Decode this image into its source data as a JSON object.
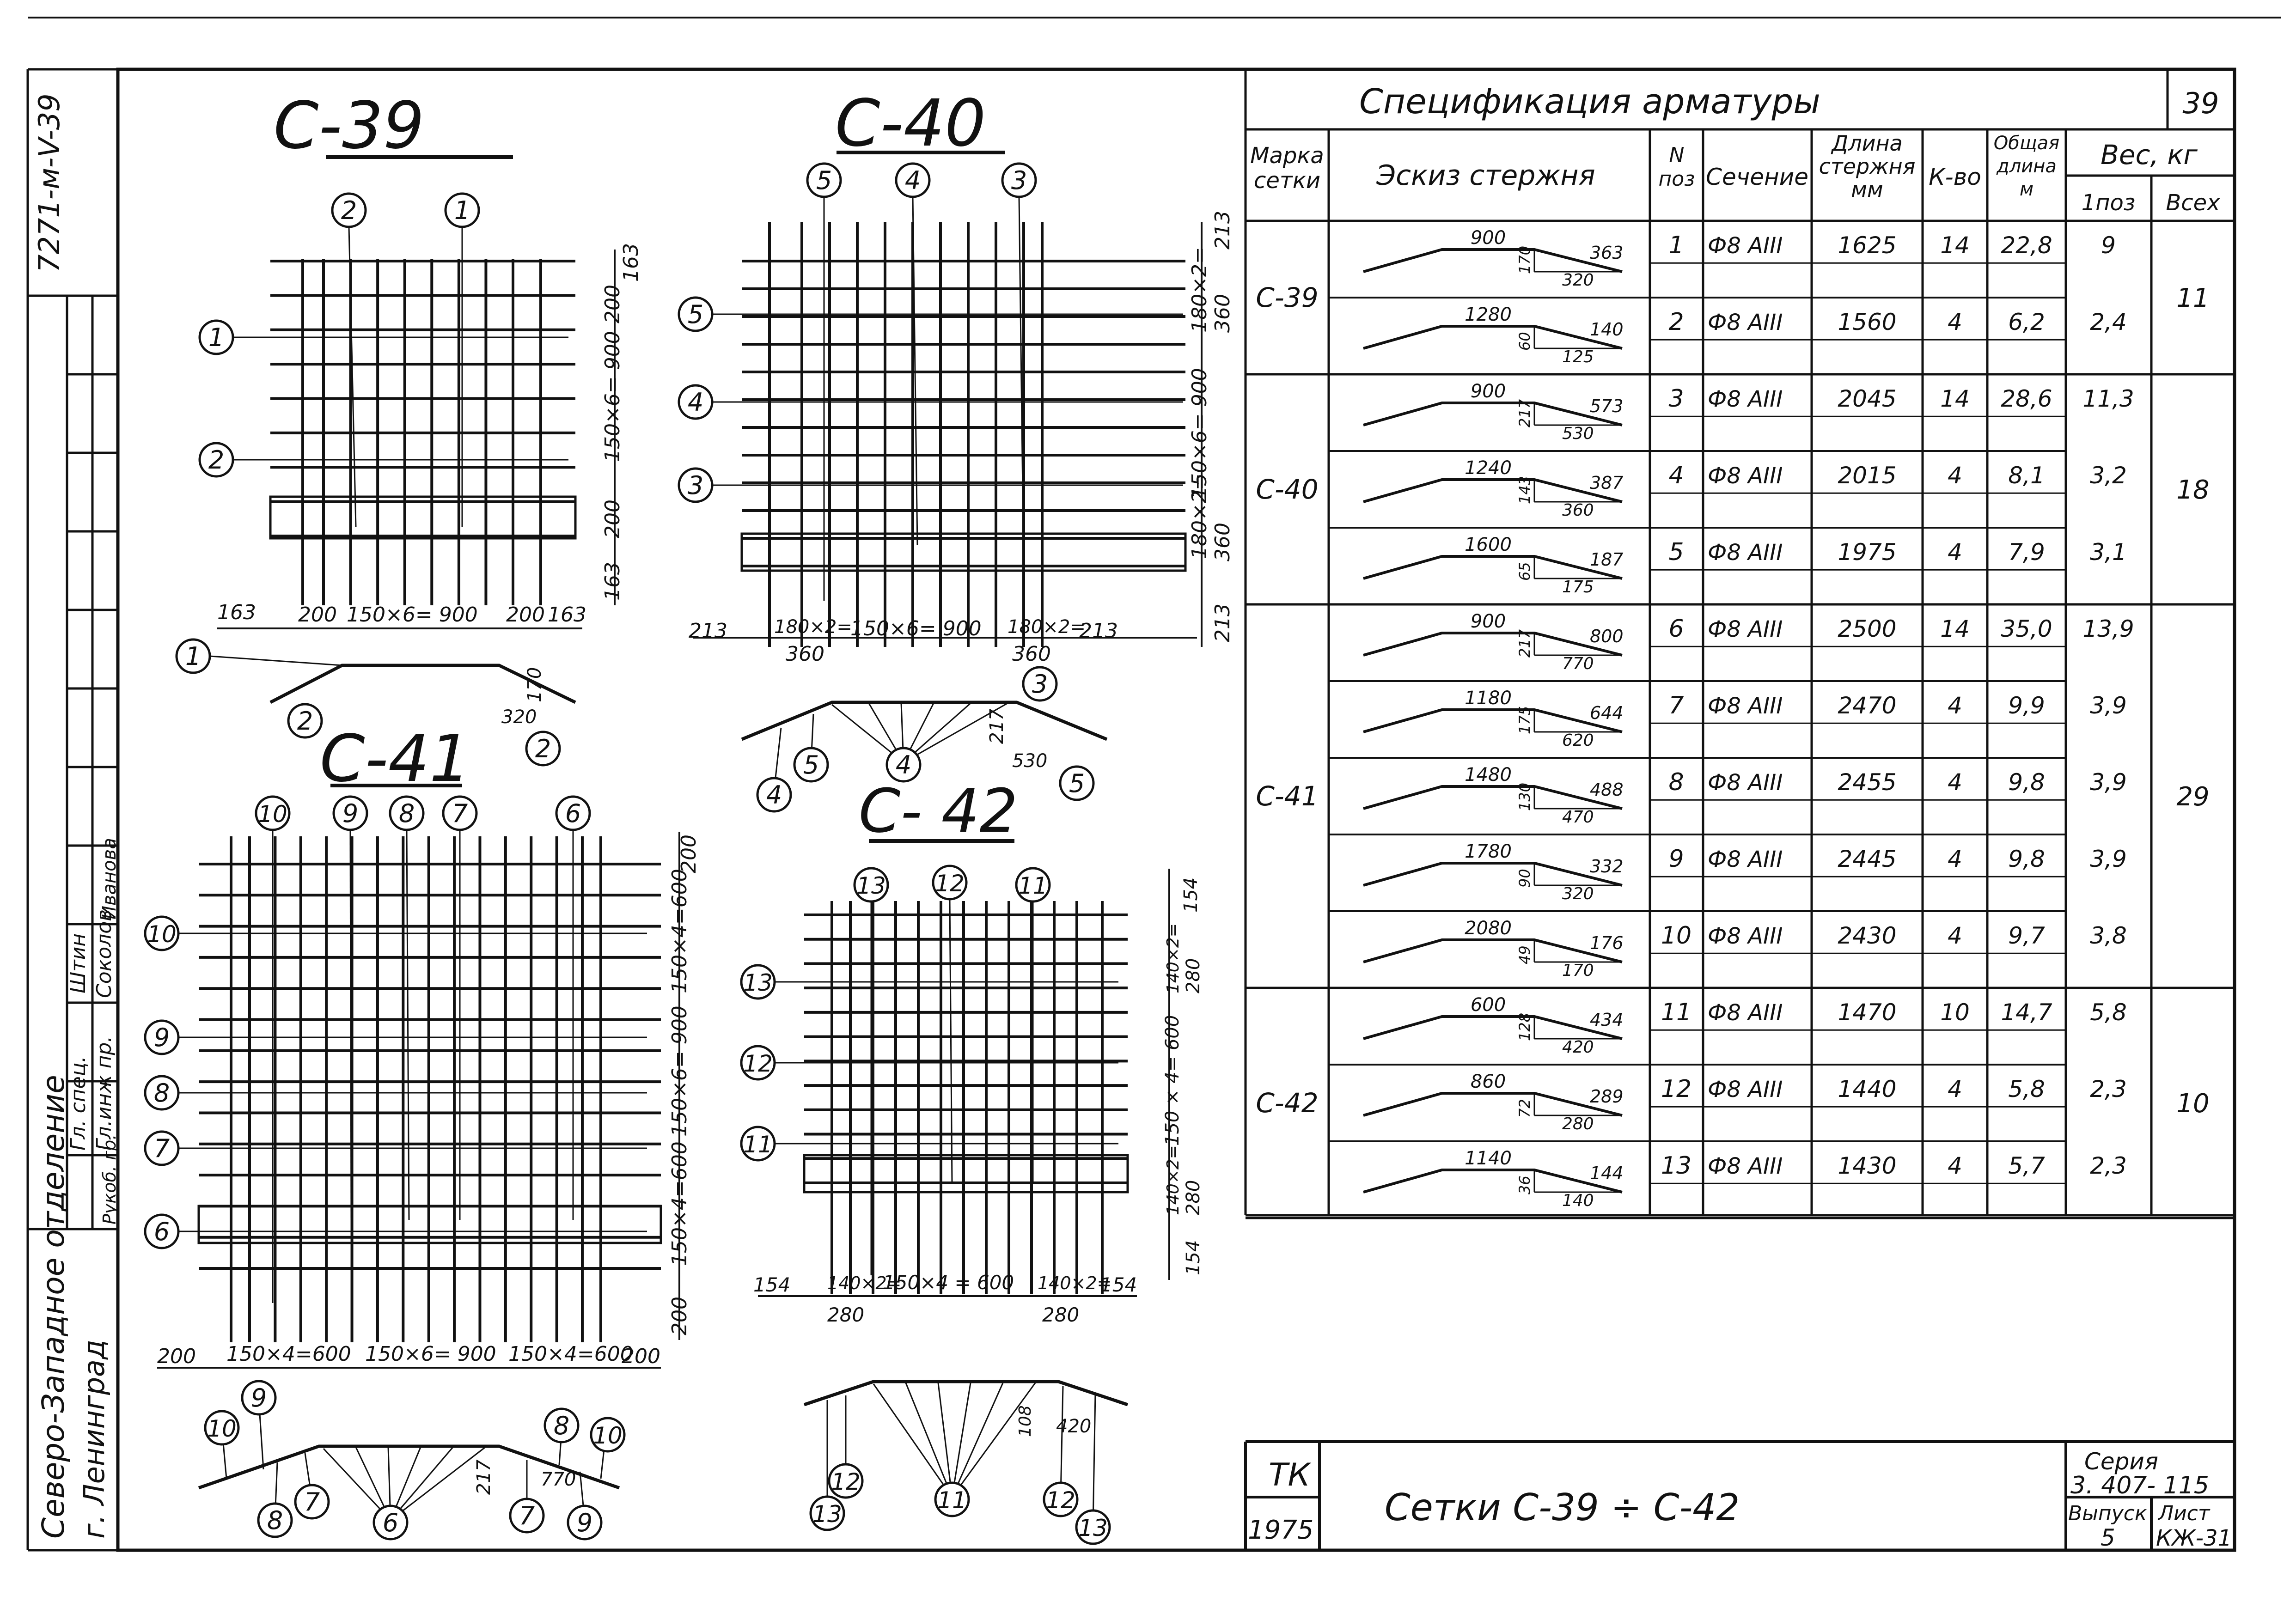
{
  "stamp": {
    "doc_code": "7271-м-V-39",
    "org": "Северо-Западное отделение",
    "city": "г. Ленинград",
    "roles": [
      "Гл. спец.",
      "Гл.инж пр.",
      "Рукоб. гр."
    ],
    "names": [
      "Штин",
      "Соколов",
      "Иванова"
    ]
  },
  "drawings": {
    "c39": {
      "title": "С-39",
      "markers": [
        "2",
        "1",
        "1",
        "2",
        "1",
        "2",
        "2"
      ],
      "dims_right": [
        "163",
        "200",
        "150×6= 900",
        "200",
        "163"
      ],
      "dims_bottom": [
        "163",
        "200",
        "150×6= 900",
        "200",
        "163"
      ],
      "profile_dims": [
        "170",
        "320"
      ]
    },
    "c40": {
      "title": "С-40",
      "markers": [
        "5",
        "4",
        "3",
        "5",
        "4",
        "3",
        "4",
        "5",
        "4",
        "3",
        "5"
      ],
      "dims_right": [
        "213",
        "180×2=",
        "360",
        "150×6= 900",
        "180×2=",
        "360",
        "213"
      ],
      "dims_bottom": [
        "213",
        "180×2=",
        "360",
        "150×6= 900",
        "180×2=",
        "360",
        "213"
      ],
      "profile_dims": [
        "217",
        "530"
      ]
    },
    "c41": {
      "title": "С-41",
      "markers": [
        "10",
        "9",
        "8",
        "7",
        "6",
        "10",
        "9",
        "8",
        "7",
        "6",
        "10",
        "9",
        "8",
        "7",
        "6",
        "7",
        "9",
        "8",
        "10"
      ],
      "dims_right": [
        "200",
        "150×4=600",
        "150×6= 900",
        "150×4=600",
        "200"
      ],
      "dims_bottom": [
        "200",
        "150×4=600",
        "150×6= 900",
        "150×4=600",
        "200"
      ],
      "profile_dims": [
        "217",
        "770"
      ]
    },
    "c42": {
      "title": "С- 42",
      "markers": [
        "13",
        "12",
        "11",
        "13",
        "12",
        "11",
        "12",
        "11",
        "12",
        "13"
      ],
      "dims_right": [
        "154",
        "140×2=",
        "280",
        "150 × 4= 600",
        "140×2=",
        "280",
        "154"
      ],
      "dims_bottom": [
        "154",
        "140×2=",
        "280",
        "150×4 = 600",
        "140×2=",
        "280",
        "154"
      ],
      "profile_dims": [
        "108",
        "420"
      ]
    }
  },
  "spec": {
    "title": "Спецификация арматуры",
    "sheet_no": "39",
    "headers": {
      "mark": "Марка сетки",
      "sketch": "Эскиз стержня",
      "pos": "N поз",
      "section": "Сечение",
      "length": "Длина стержня мм",
      "count": "К-во",
      "total_len": "Общая длина м",
      "weight": "Вес, кг",
      "w_pos": "1поз",
      "w_all": "Всех"
    },
    "groups": [
      {
        "mark": "С-39",
        "total": "11"
      },
      {
        "mark": "С-40",
        "total": "18"
      },
      {
        "mark": "С-41",
        "total": "29"
      },
      {
        "mark": "С-42",
        "total": "10"
      }
    ],
    "rows": [
      {
        "pos": "1",
        "section": "Ф8 АIII",
        "length": "1625",
        "count": "14",
        "total_len": "22,8",
        "w_pos": "9",
        "sk_top": "900",
        "sk_slope": "363",
        "sk_h": "170",
        "sk_run": "320"
      },
      {
        "pos": "2",
        "section": "Ф8 АIII",
        "length": "1560",
        "count": "4",
        "total_len": "6,2",
        "w_pos": "2,4",
        "sk_top": "1280",
        "sk_slope": "140",
        "sk_h": "60",
        "sk_run": "125"
      },
      {
        "pos": "3",
        "section": "Ф8 АIII",
        "length": "2045",
        "count": "14",
        "total_len": "28,6",
        "w_pos": "11,3",
        "sk_top": "900",
        "sk_slope": "573",
        "sk_h": "217",
        "sk_run": "530"
      },
      {
        "pos": "4",
        "section": "Ф8 АIII",
        "length": "2015",
        "count": "4",
        "total_len": "8,1",
        "w_pos": "3,2",
        "sk_top": "1240",
        "sk_slope": "387",
        "sk_h": "143",
        "sk_run": "360"
      },
      {
        "pos": "5",
        "section": "Ф8 АIII",
        "length": "1975",
        "count": "4",
        "total_len": "7,9",
        "w_pos": "3,1",
        "sk_top": "1600",
        "sk_slope": "187",
        "sk_h": "65",
        "sk_run": "175"
      },
      {
        "pos": "6",
        "section": "Ф8 АIII",
        "length": "2500",
        "count": "14",
        "total_len": "35,0",
        "w_pos": "13,9",
        "sk_top": "900",
        "sk_slope": "800",
        "sk_h": "217",
        "sk_run": "770"
      },
      {
        "pos": "7",
        "section": "Ф8 АIII",
        "length": "2470",
        "count": "4",
        "total_len": "9,9",
        "w_pos": "3,9",
        "sk_top": "1180",
        "sk_slope": "644",
        "sk_h": "175",
        "sk_run": "620"
      },
      {
        "pos": "8",
        "section": "Ф8 АIII",
        "length": "2455",
        "count": "4",
        "total_len": "9,8",
        "w_pos": "3,9",
        "sk_top": "1480",
        "sk_slope": "488",
        "sk_h": "130",
        "sk_run": "470"
      },
      {
        "pos": "9",
        "section": "Ф8 АIII",
        "length": "2445",
        "count": "4",
        "total_len": "9,8",
        "w_pos": "3,9",
        "sk_top": "1780",
        "sk_slope": "332",
        "sk_h": "90",
        "sk_run": "320"
      },
      {
        "pos": "10",
        "section": "Ф8 АIII",
        "length": "2430",
        "count": "4",
        "total_len": "9,7",
        "w_pos": "3,8",
        "sk_top": "2080",
        "sk_slope": "176",
        "sk_h": "49",
        "sk_run": "170"
      },
      {
        "pos": "11",
        "section": "Ф8 АIII",
        "length": "1470",
        "count": "10",
        "total_len": "14,7",
        "w_pos": "5,8",
        "sk_top": "600",
        "sk_slope": "434",
        "sk_h": "128",
        "sk_run": "420"
      },
      {
        "pos": "12",
        "section": "Ф8 АIII",
        "length": "1440",
        "count": "4",
        "total_len": "5,8",
        "w_pos": "2,3",
        "sk_top": "860",
        "sk_slope": "289",
        "sk_h": "72",
        "sk_run": "280"
      },
      {
        "pos": "13",
        "section": "Ф8 АIII",
        "length": "1430",
        "count": "4",
        "total_len": "5,7",
        "w_pos": "2,3",
        "sk_top": "1140",
        "sk_slope": "144",
        "sk_h": "36",
        "sk_run": "140"
      }
    ]
  },
  "title_block": {
    "org": "ТК",
    "year": "1975",
    "title": "Сетки С-39 ÷ С-42",
    "series_label": "Серия",
    "series": "3. 407- 115",
    "issue_label": "Выпуск",
    "issue": "5",
    "sheet_label": "Лист",
    "sheet": "КЖ-31"
  }
}
